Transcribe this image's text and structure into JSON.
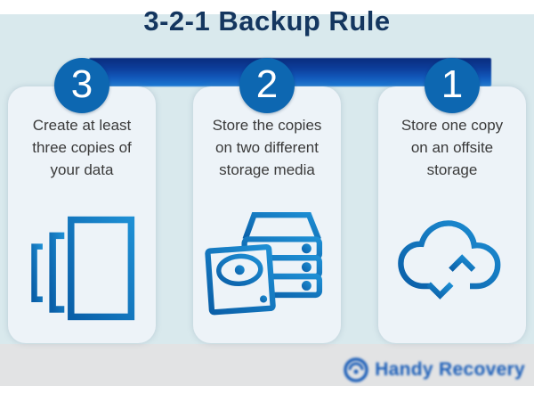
{
  "title": "3-2-1 Backup Rule",
  "steps": [
    {
      "number": "3",
      "icon": "copies-icon",
      "lines": [
        "Create at least",
        "three copies of",
        "your data"
      ]
    },
    {
      "number": "2",
      "icon": "storage-media-icon",
      "lines": [
        "Store the copies",
        "on two different",
        "storage media"
      ]
    },
    {
      "number": "1",
      "icon": "offsite-cloud-icon",
      "lines": [
        "Store one copy",
        "on an offsite",
        "storage"
      ]
    }
  ],
  "footer": {
    "logo_text": "Handy Recovery"
  },
  "colors": {
    "panel_bg": "#d9e9ed",
    "card_bg": "#edf3f8",
    "circle_blue": "#0d67b1",
    "icon_blue_dark": "#0a5fa8",
    "icon_blue_light": "#1e8fd4",
    "title_navy": "#14365f",
    "band_gradient_top": "#0a2c7e",
    "band_gradient_bottom": "#1d7ad4",
    "footer_band_gray": "#e2e3e4",
    "logo_blue": "#1d5fb8",
    "body_text": "#3a3a3a"
  }
}
